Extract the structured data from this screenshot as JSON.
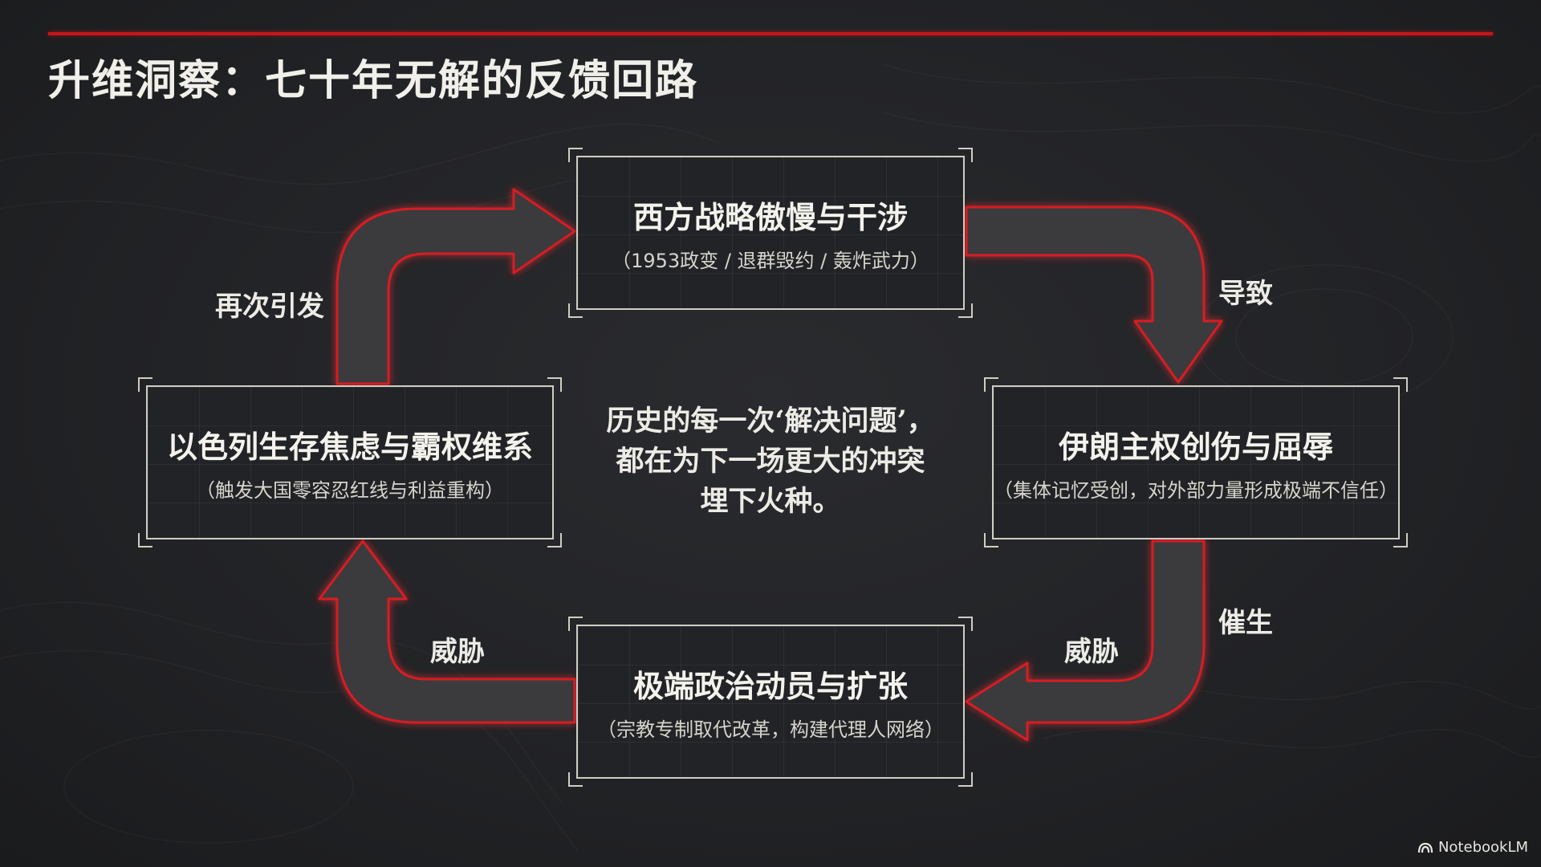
{
  "title": "升维洞察：七十年无解的反馈回路",
  "nodes": {
    "top": {
      "title": "西方战略傲慢与干涉",
      "subtitle": "（1953政变 / 退群毁约 / 轰炸武力）"
    },
    "right": {
      "title": "伊朗主权创伤与屈辱",
      "subtitle": "（集体记忆受创，对外部力量形成极端不信任）"
    },
    "bottom": {
      "title": "极端政治动员与扩张",
      "subtitle": "（宗教专制取代改革，构建代理人网络）"
    },
    "left": {
      "title": "以色列生存焦虑与霸权维系",
      "subtitle": "（触发大国零容忍红线与利益重构）"
    }
  },
  "edges": {
    "top_to_right": "导致",
    "right_to_bottom": "催生",
    "right_to_bottom_inner": "威胁",
    "bottom_to_left": "威胁",
    "left_to_top": "再次引发"
  },
  "center": {
    "line1": "历史的每一次‘解决问题’，",
    "line2": "都在为下一场更大的冲突",
    "line3": "埋下火种。"
  },
  "brand": "NotebookLM",
  "colors": {
    "accent": "#c4161c",
    "background": "#222326",
    "text": "#ecebe6"
  },
  "icons": {
    "brand": "notebooklm-logo-icon"
  }
}
